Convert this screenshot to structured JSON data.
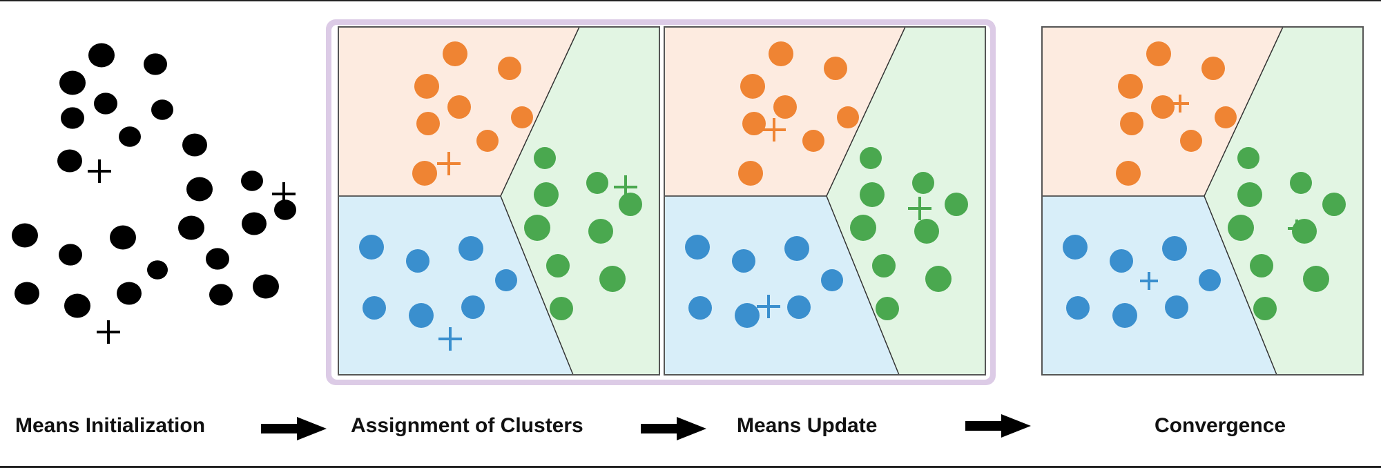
{
  "title": "K-Means Clustering Steps",
  "colors": {
    "orange": "#ef8433",
    "blue": "#3a8fce",
    "green": "#4aa84f",
    "orange_region": "#fdebe0",
    "blue_region": "#d8eef9",
    "green_region": "#e2f5e3",
    "highlight_frame": "#dccbe6",
    "black": "#000000"
  },
  "steps": [
    {
      "label": "Means Initialization"
    },
    {
      "label": "Assignment of Clusters"
    },
    {
      "label": "Means Update"
    },
    {
      "label": "Convergence"
    }
  ],
  "arrows": [
    "arrow-1",
    "arrow-2",
    "arrow-3"
  ],
  "highlighted_steps": [
    1,
    2
  ]
}
